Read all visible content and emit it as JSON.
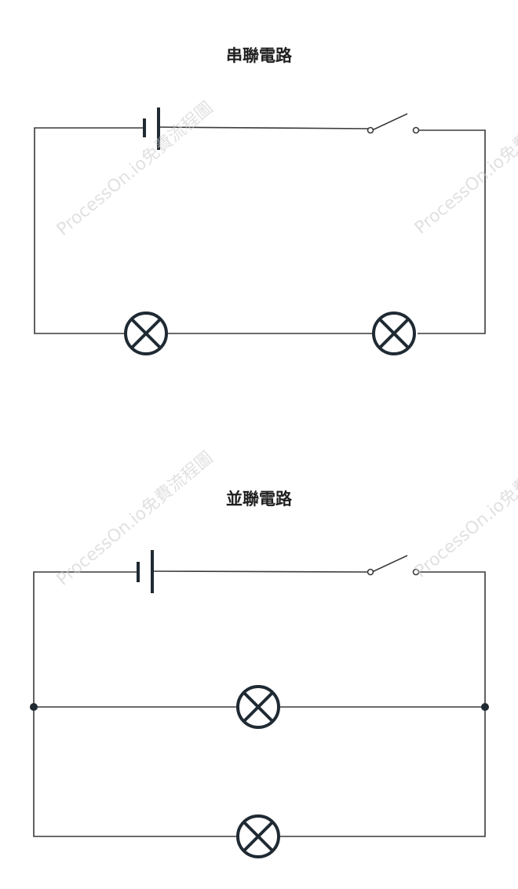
{
  "series_circuit": {
    "title": "串聯電路"
  },
  "parallel_circuit": {
    "title": "並聯電路"
  },
  "watermark": {
    "text": "ProcessOn.io免費流程圖"
  },
  "colors": {
    "wire": "#3a3a3a",
    "component": "#1f2a33",
    "watermark": "#c9c9c9"
  }
}
